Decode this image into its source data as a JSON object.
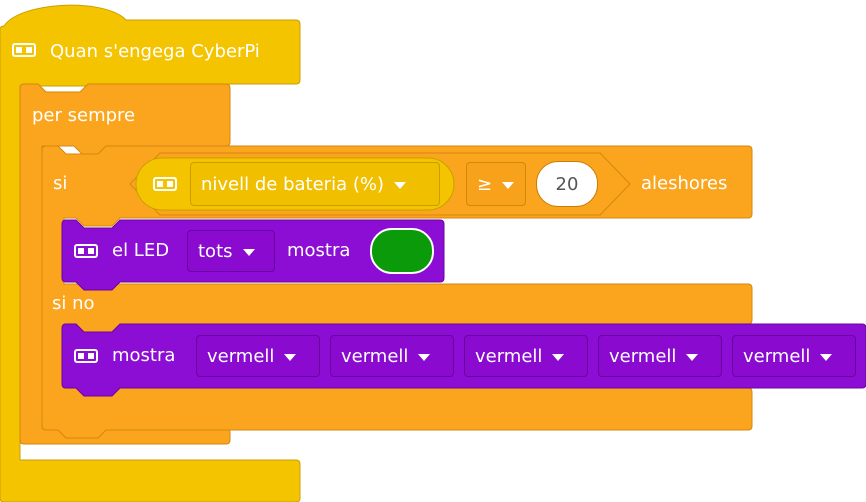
{
  "hat_block": {
    "label": "Quan s'engega CyberPi",
    "icon": "cyberpi-icon"
  },
  "forever_block": {
    "label": "per sempre"
  },
  "if_else_block": {
    "if_label": "si",
    "then_label": "aleshores",
    "else_label": "si no"
  },
  "condition": {
    "sensor_label": "nivell de bateria (%)",
    "operator": "≥",
    "value": "20"
  },
  "led_block": {
    "label_prefix": "el LED",
    "target": "tots",
    "label_action": "mostra",
    "color": "#0a9a0a"
  },
  "show_block": {
    "label": "mostra",
    "colors": [
      "vermell",
      "vermell",
      "vermell",
      "vermell",
      "vermell"
    ]
  },
  "colors": {
    "event_yellow": "#f5c400",
    "control_orange": "#fba51f",
    "cyberpi_purple": "#8c0ed4"
  }
}
